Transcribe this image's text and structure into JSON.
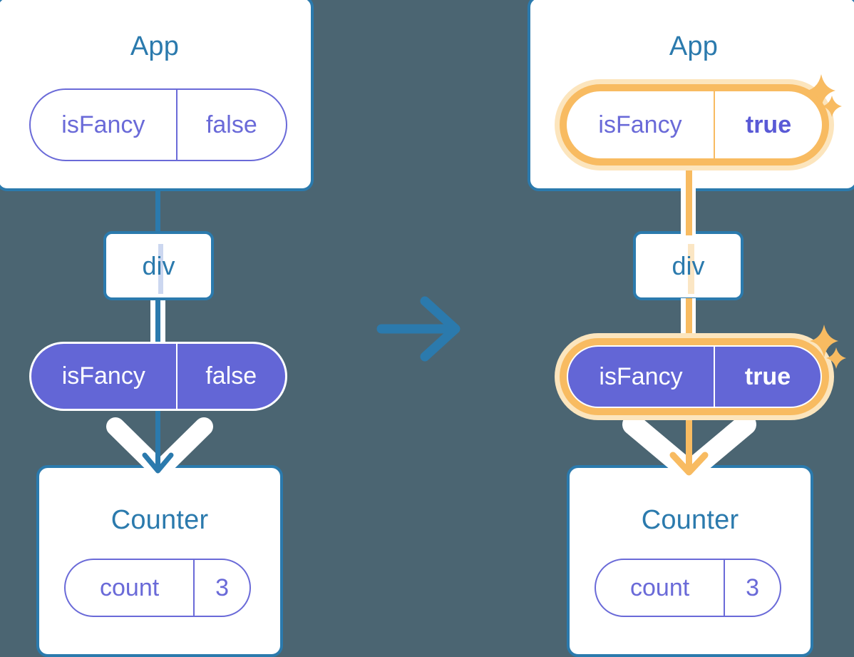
{
  "background_color": "#4b6572",
  "colors": {
    "blue": "#2b7aad",
    "purple": "#6366d6",
    "purple_outline": "#6a6ad8",
    "highlight_orange": "#f8bb61",
    "highlight_glow": "#fce5bd",
    "white": "#ffffff"
  },
  "transition_arrow": {
    "icon": "arrow-right-icon",
    "color": "#2b7aad"
  },
  "before": {
    "app": {
      "title": "App",
      "state": {
        "key": "isFancy",
        "value": "false",
        "highlighted": false
      }
    },
    "div": {
      "label": "div"
    },
    "props": {
      "key": "isFancy",
      "value": "false",
      "highlighted": false
    },
    "counter": {
      "title": "Counter",
      "state": {
        "key": "count",
        "value": "3",
        "highlighted": false
      }
    }
  },
  "after": {
    "app": {
      "title": "App",
      "state": {
        "key": "isFancy",
        "value": "true",
        "highlighted": true
      }
    },
    "div": {
      "label": "div"
    },
    "props": {
      "key": "isFancy",
      "value": "true",
      "highlighted": true
    },
    "counter": {
      "title": "Counter",
      "state": {
        "key": "count",
        "value": "3",
        "highlighted": false
      }
    },
    "sparkles": [
      {
        "name": "sparkle-large-app"
      },
      {
        "name": "sparkle-small-app"
      },
      {
        "name": "sparkle-large-props"
      },
      {
        "name": "sparkle-small-props"
      }
    ]
  }
}
